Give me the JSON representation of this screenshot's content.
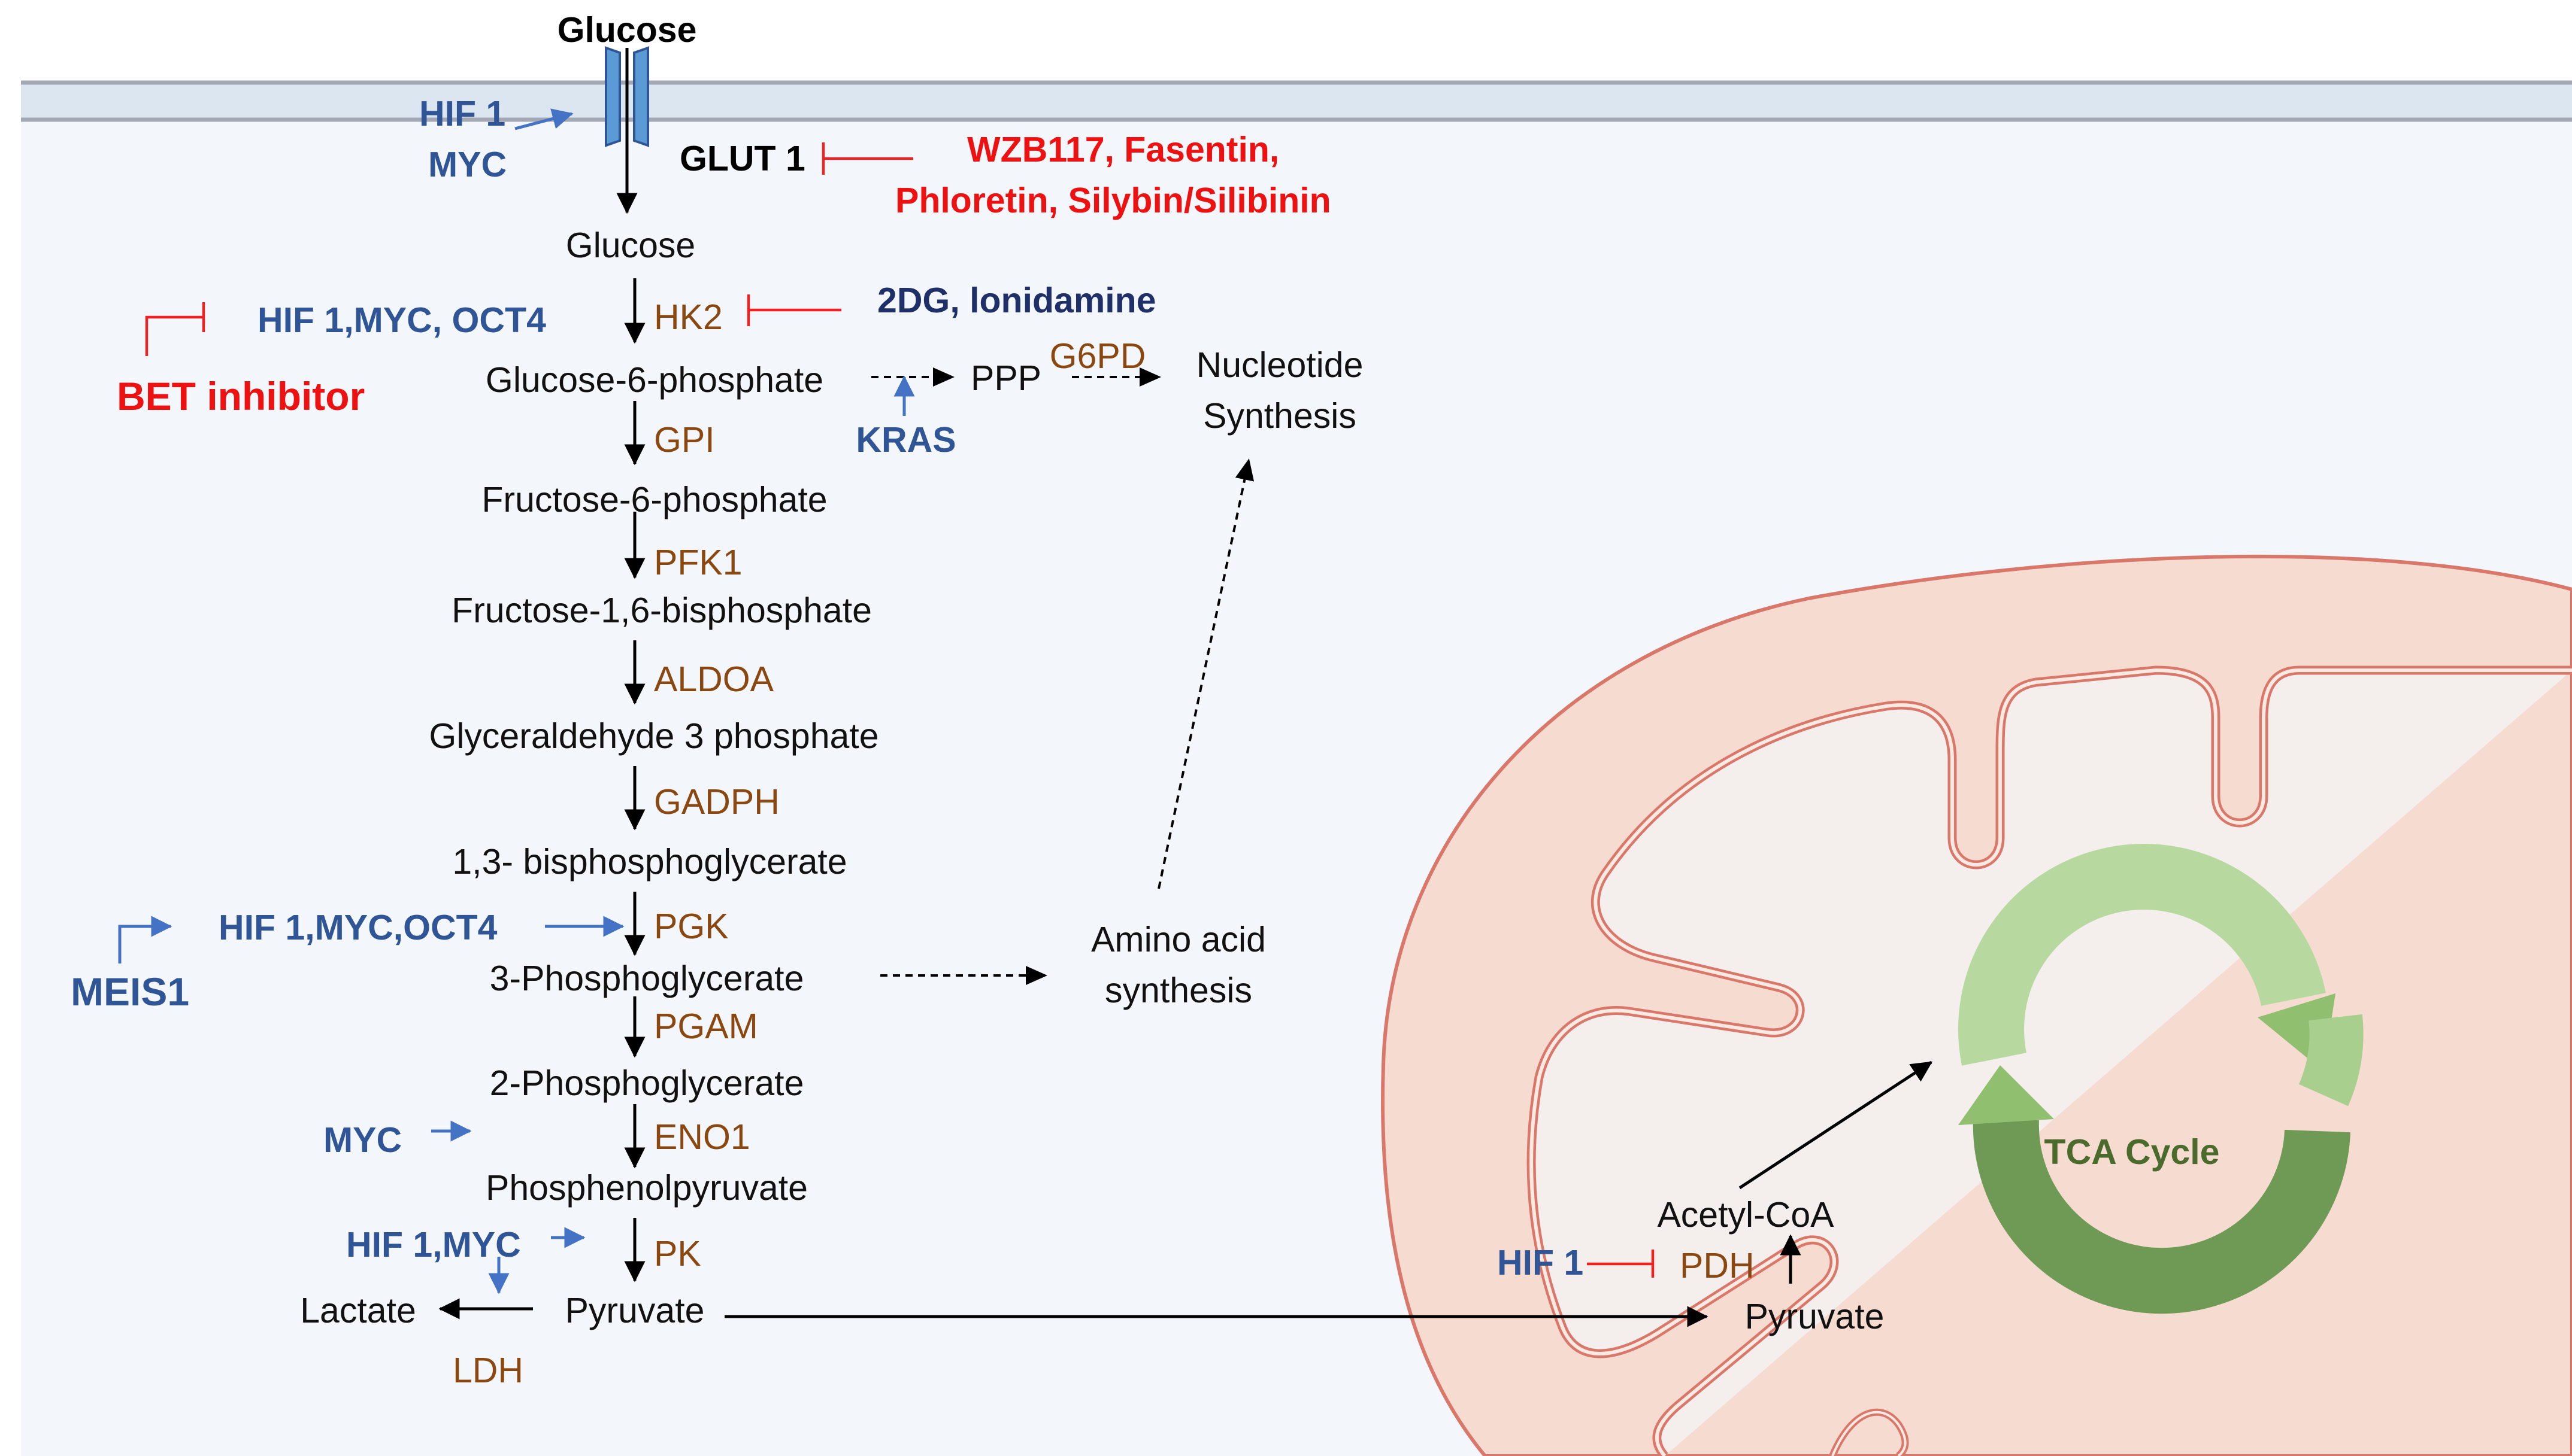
{
  "diagram": {
    "membrane": {
      "glucose_outside": "Glucose",
      "transporter": "GLUT 1",
      "glut_regulators": [
        "HIF 1",
        "MYC"
      ],
      "glut_inhibitors": [
        "WZB117, Fasentin,",
        "Phloretin, Silybin/Silibinin"
      ]
    },
    "metabolites": {
      "glucose": "Glucose",
      "g6p": "Glucose-6-phosphate",
      "f6p": "Fructose-6-phosphate",
      "f16bp": "Fructose-1,6-bisphosphate",
      "g3p": "Glyceraldehyde 3 phosphate",
      "bpg": "1,3- bisphosphoglycerate",
      "pg3": "3-Phosphoglycerate",
      "pg2": "2-Phosphoglycerate",
      "pep": "Phosphenolpyruvate",
      "pyruvate": "Pyruvate",
      "lactate": "Lactate"
    },
    "enzymes": {
      "hk2": "HK2",
      "gpi": "GPI",
      "pfk1": "PFK1",
      "aldoa": "ALDOA",
      "gadph": "GADPH",
      "pgk": "PGK",
      "pgam": "PGAM",
      "eno1": "ENO1",
      "pk": "PK",
      "ldh": "LDH",
      "g6pd": "G6PD",
      "pdh": "PDH"
    },
    "regulators": {
      "hk2_regs": "HIF 1,MYC, OCT4",
      "bet_inhibitor": "BET inhibitor",
      "pgk_regs": "HIF 1,MYC,OCT4",
      "meis1": "MEIS1",
      "eno1_reg": "MYC",
      "pk_regs": "HIF 1,MYC",
      "kras": "KRAS",
      "pdh_reg": "HIF 1"
    },
    "inhibitors": {
      "hk2_drugs": "2DG, lonidamine"
    },
    "side_pathways": {
      "ppp": "PPP",
      "nucleotide": [
        "Nucleotide",
        "Synthesis"
      ],
      "amino_acid": [
        "Amino acid",
        "synthesis"
      ]
    },
    "mitochondrion": {
      "pyruvate": "Pyruvate",
      "acetyl_coa": "Acetyl-CoA",
      "tca": "TCA Cycle"
    }
  },
  "colors": {
    "membrane": "#dce6f1",
    "cytoplasm": "#f3f7fb",
    "regulator_blue": "#2f5597",
    "enzyme_brown": "#8a4710",
    "inhibitor_red": "#ee1111",
    "drug_navy": "#1f3068",
    "mito_fill": "#f6dcd0",
    "mito_stroke": "#d9786a",
    "tca_green": "#8fbf6f"
  }
}
